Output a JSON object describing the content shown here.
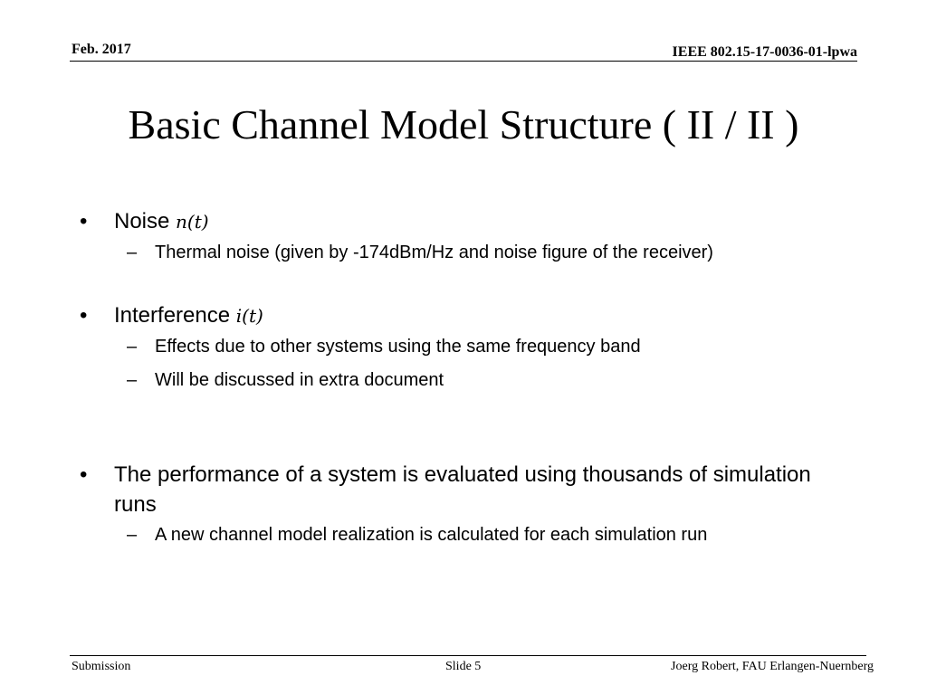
{
  "header": {
    "date": "Feb. 2017",
    "doc_id": "IEEE 802.15-17-0036-01-lpwa"
  },
  "title": "Basic Channel Model Structure ( II / II )",
  "bullets": [
    {
      "text": "Noise ",
      "math": "n(t)",
      "subs": [
        "Thermal noise (given by -174dBm/Hz and noise figure of the receiver)"
      ]
    },
    {
      "text": "Interference ",
      "math": "i(t)",
      "subs": [
        "Effects due to other systems using the same frequency band",
        "Will be discussed in extra document"
      ]
    },
    {
      "text": "The performance of a system is evaluated using thousands of simulation runs",
      "subs": [
        "A new channel model realization is calculated for each simulation run"
      ]
    }
  ],
  "markers": {
    "bullet": "•",
    "dash": "–"
  },
  "footer": {
    "left": "Submission",
    "center": "Slide 5",
    "right": "Joerg Robert, FAU Erlangen-Nuernberg"
  }
}
